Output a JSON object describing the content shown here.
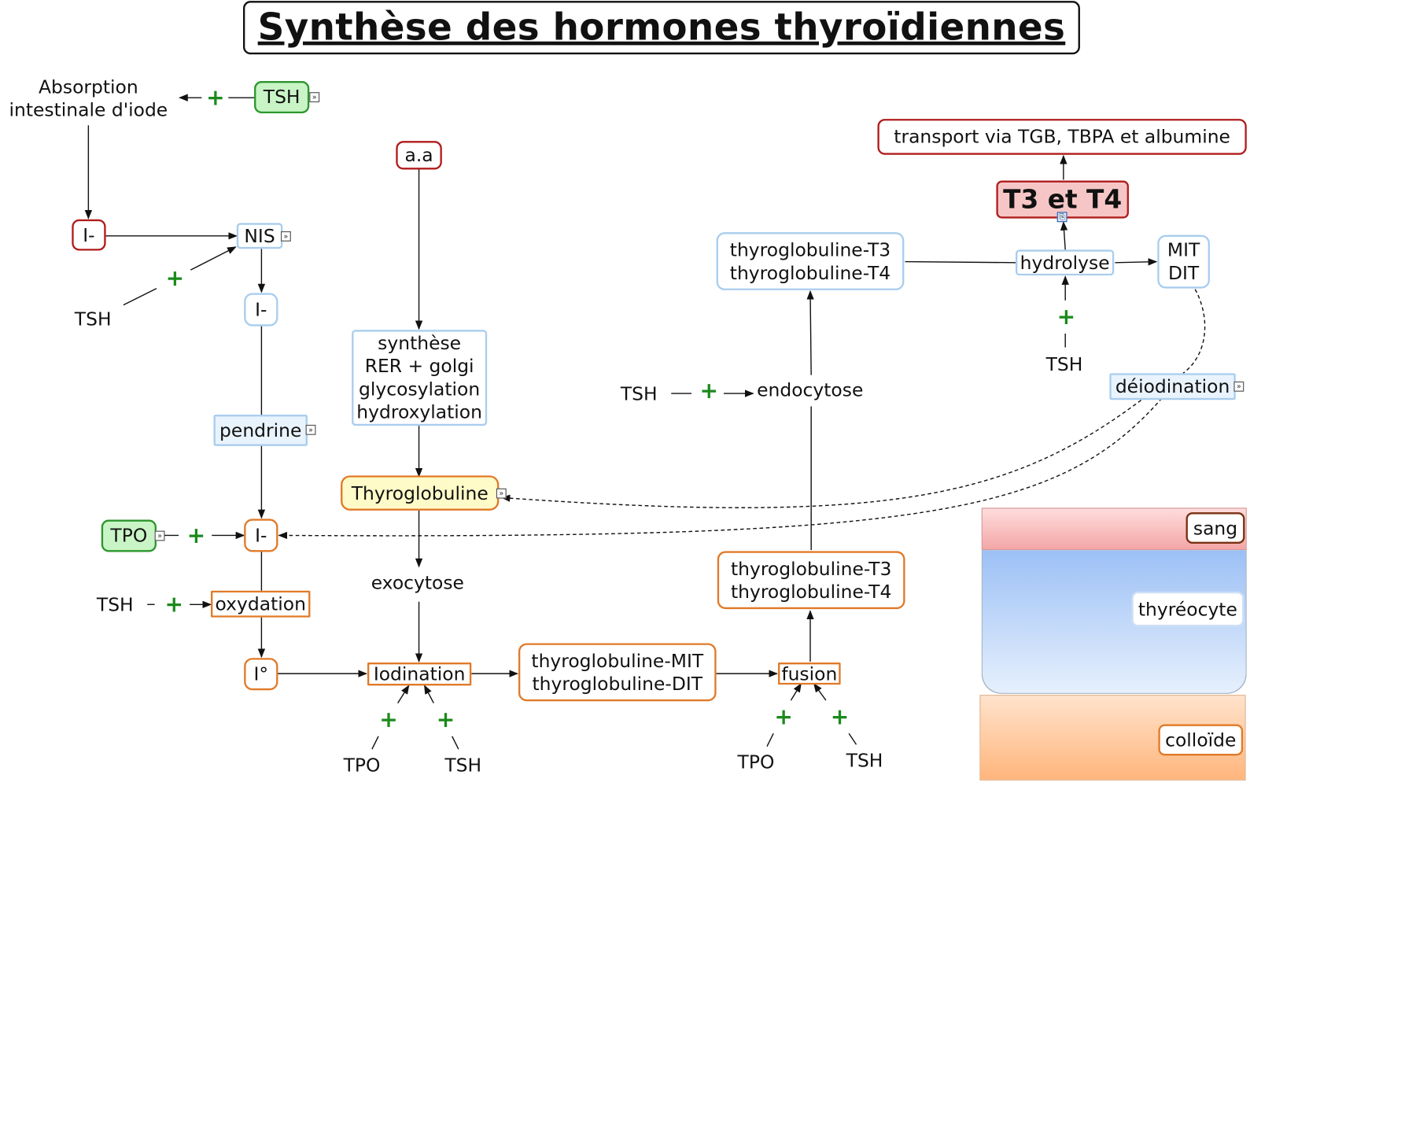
{
  "title": "Synthèse des hormones thyroïdiennes",
  "nodes": {
    "absorption": [
      "Absorption",
      "intestinale d'iode"
    ],
    "tsh_top": "TSH",
    "iodide_red": "I-",
    "nis": "NIS",
    "tsh_nis": "TSH",
    "iodide_blue": "I-",
    "pendrine": "pendrine",
    "tpo_green": "TPO",
    "iodide_orange": "I-",
    "tsh_oxydation": "TSH",
    "oxydation": "oxydation",
    "iodine_atom": "I°",
    "aa": "a.a",
    "synthese": [
      "synthèse",
      "RER + golgi",
      "glycosylation",
      "hydroxylation"
    ],
    "thyroglobuline": "Thyroglobuline",
    "exocytose": "exocytose",
    "iodination": "Iodination",
    "tpo_iod": "TPO",
    "tsh_iod": "TSH",
    "tg_mit_dit": [
      "thyroglobuline-MIT",
      "thyroglobuline-DIT"
    ],
    "fusion": "fusion",
    "tpo_fusion": "TPO",
    "tsh_fusion": "TSH",
    "tg_t3t4_lower": [
      "thyroglobuline-T3",
      "thyroglobuline-T4"
    ],
    "tsh_endo": "TSH",
    "endocytose": "endocytose",
    "tg_t3t4_upper": [
      "thyroglobuline-T3",
      "thyroglobuline-T4"
    ],
    "hydrolyse": "hydrolyse",
    "tsh_hydrolyse": "TSH",
    "mit_dit": [
      "MIT",
      "DIT"
    ],
    "deiodination": "déiodination",
    "t3_t4": "T3 et T4",
    "transport": "transport via TGB, TBPA et albumine",
    "plus": "+",
    "minus": "–"
  },
  "legend": {
    "sang": "sang",
    "thyreocyte": "thyréocyte",
    "colloide": "colloïde"
  },
  "colors": {
    "red_border": "#b01c1c",
    "blue_border": "#a9cdee",
    "orange_border": "#e07a28",
    "green_border": "#2d962d",
    "green_fill": "#c9f5c6",
    "yellow_fill": "#fffbc8",
    "plus_green": "#1b8a1b",
    "t3t4_fill": "#f6c6c6"
  },
  "icons": [
    "link-icon",
    "attachment-icon"
  ]
}
